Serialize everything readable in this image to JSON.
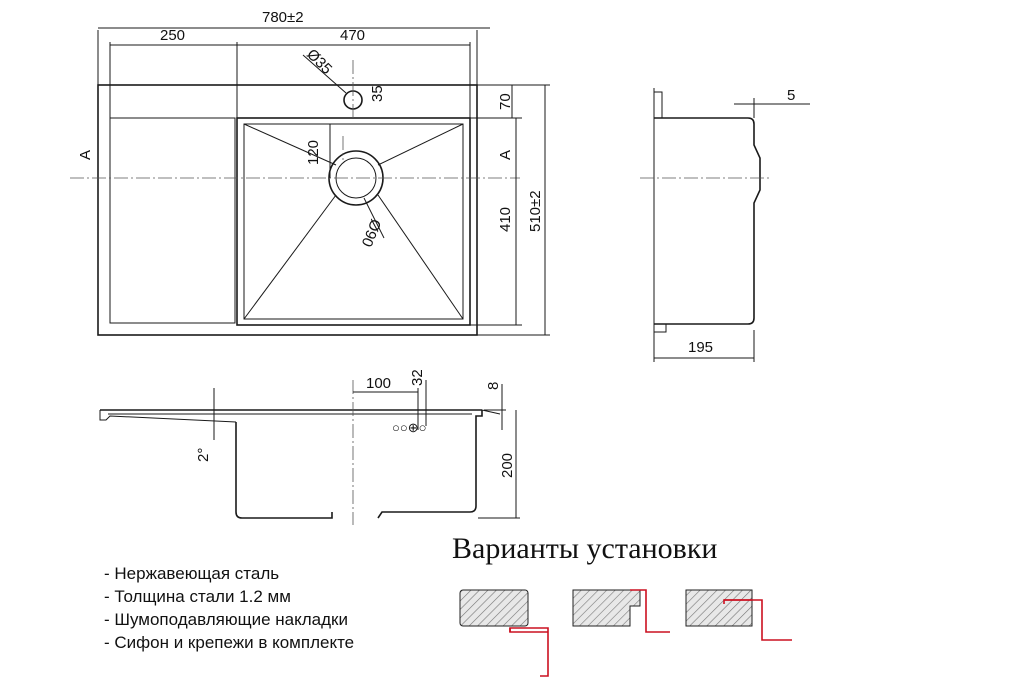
{
  "top_view": {
    "overall_width": "780±2",
    "drainboard_width": "250",
    "bowl_offset": "470",
    "tap_hole_diameter": "Ø35",
    "tap_hole_offset": "35",
    "back_margin": "70",
    "drain_offset": "120",
    "bowl_depth": "410",
    "overall_depth": "510±2",
    "drain_diameter": "Ø90",
    "section_label_left": "A",
    "section_label_right": "A"
  },
  "side_view": {
    "flange": "5",
    "depth": "195"
  },
  "section_view": {
    "overflow_offset": "100",
    "overflow_height": "32",
    "flange_thickness": "8",
    "bowl_height": "200",
    "slope": "2°"
  },
  "notes": [
    "- Нержавеющая сталь",
    "- Толщина стали 1.2 мм",
    "- Шумоподавляющие накладки",
    "- Сифон и крепежи в комплекте"
  ],
  "installation": {
    "title": "Варианты установки",
    "accent_color": "#cc1020"
  }
}
